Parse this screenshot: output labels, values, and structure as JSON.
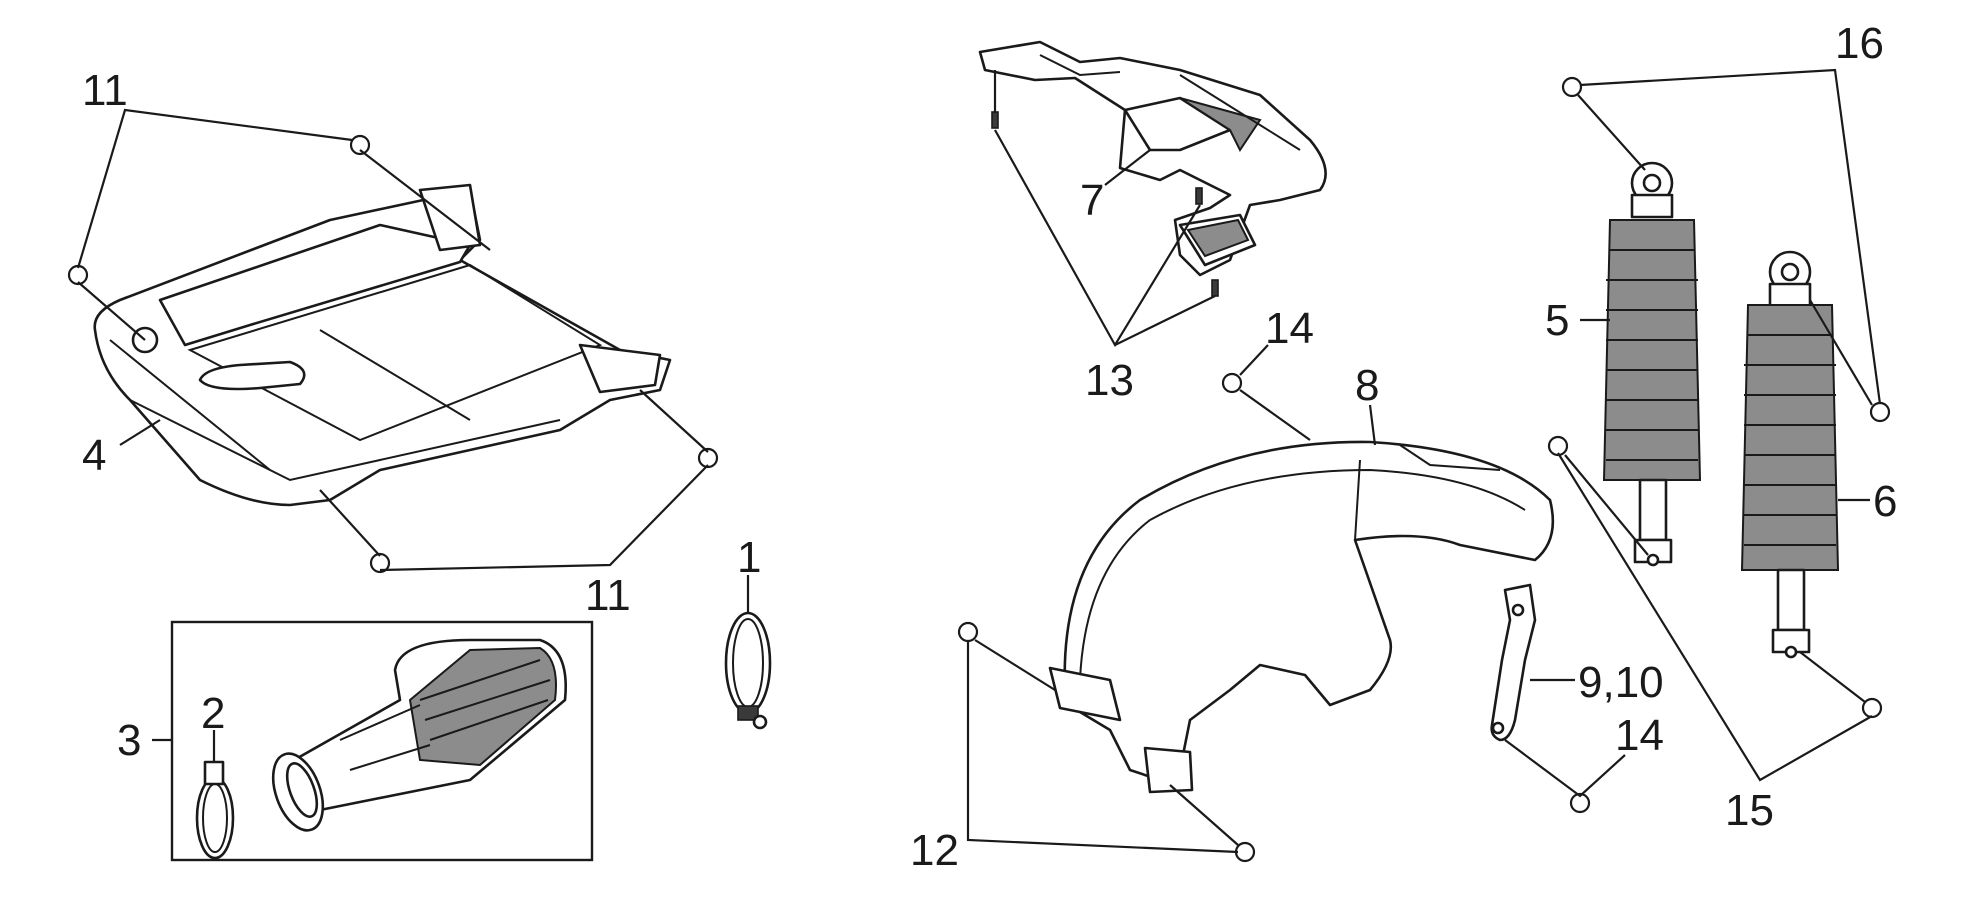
{
  "callouts": {
    "c1": "1",
    "c2": "2",
    "c3": "3",
    "c4": "4",
    "c5": "5",
    "c6": "6",
    "c7": "7",
    "c8": "8",
    "c9_10": "9,10",
    "c11_top": "11",
    "c11_bottom": "11",
    "c12": "12",
    "c13": "13",
    "c14_top": "14",
    "c14_bottom": "14",
    "c15": "15",
    "c16": "16"
  }
}
